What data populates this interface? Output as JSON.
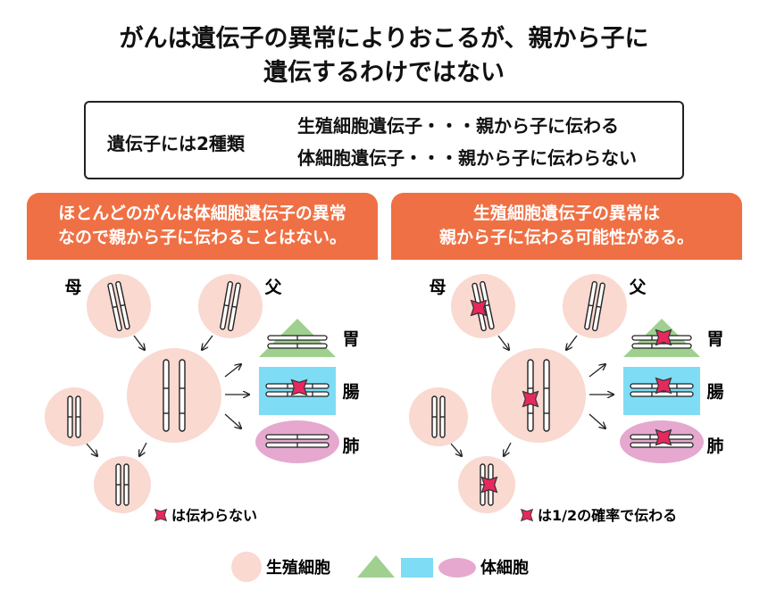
{
  "title": {
    "line1": "がんは遺伝子の異常によりおこるが、親から子に",
    "line2": "遺伝するわけではない"
  },
  "info": {
    "label": "遺伝子には2種類",
    "line1": "生殖細胞遺伝子・・・親から子に伝わる",
    "line2": "体細胞遺伝子・・・親から子に伝わらない"
  },
  "left_panel": {
    "banner_line1": "ほとんどのがんは体細胞遺伝子の異常",
    "banner_line2": "なので親から子に伝わることはない。",
    "mother": "母",
    "father": "父",
    "stomach": "胃",
    "intestine": "腸",
    "lung": "肺",
    "note": "は伝わらない"
  },
  "right_panel": {
    "banner_line1": "生殖細胞遺伝子の異常は",
    "banner_line2": "親から子に伝わる可能性がある。",
    "mother": "母",
    "father": "父",
    "stomach": "胃",
    "intestine": "腸",
    "lung": "肺",
    "note": "は1/2の確率で伝わる"
  },
  "legend": {
    "germ_cell": "生殖細胞",
    "somatic_cell": "体細胞"
  },
  "colors": {
    "banner": "#ef7044",
    "germ_cell": "#f9d9d0",
    "stomach": "#9fd08f",
    "intestine": "#7fdcf5",
    "lung": "#e6a8cf",
    "mutation": "#e8285d"
  }
}
